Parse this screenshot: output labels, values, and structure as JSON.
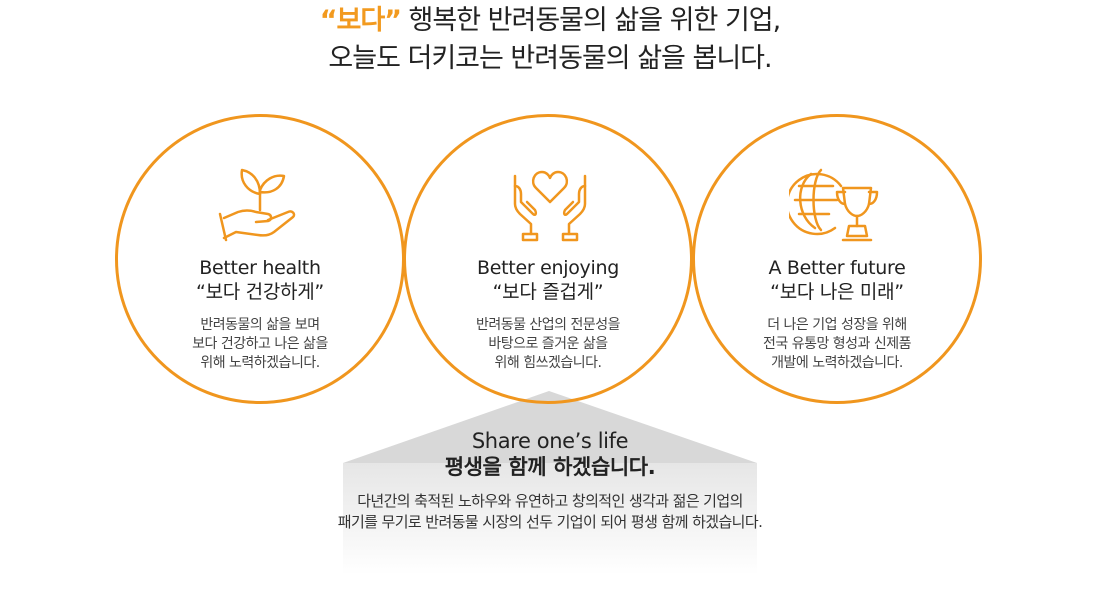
{
  "headline": {
    "accent": "“보다”",
    "line1_rest": " 행복한 반려동물의 삶을 위한 기업,",
    "line2": "오늘도 더키코는 반려동물의 삶을 봅니다."
  },
  "accent_color": "#f0961e",
  "values": [
    {
      "icon": "plant-in-hand-icon",
      "title_en": "Better health",
      "title_ko": "“보다 건강하게”",
      "desc": [
        "반려동물의 삶을 보며",
        "보다 건강하고 나은 삶을",
        "위해 노력하겠습니다."
      ]
    },
    {
      "icon": "heart-hands-icon",
      "title_en": "Better enjoying",
      "title_ko": "“보다 즐겁게”",
      "desc": [
        "반려동물 산업의 전문성을",
        "바탕으로 즐거운 삶을",
        "위해 힘쓰겠습니다."
      ]
    },
    {
      "icon": "globe-trophy-icon",
      "title_en": "A Better future",
      "title_ko": "“보다 나은 미래”",
      "desc": [
        "더 나은 기업 성장을 위해",
        "전국 유통망 형성과 신제품",
        "개발에 노력하겠습니다."
      ]
    }
  ],
  "share": {
    "title_en": "Share one’s life",
    "title_ko": "평생을 함께 하겠습니다.",
    "desc": [
      "다년간의 축적된 노하우와 유연하고 창의적인 생각과 젊은 기업의",
      "패기를 무기로 반려동물 시장의 선두 기업이 되어 평생 함께 하겠습니다."
    ]
  }
}
